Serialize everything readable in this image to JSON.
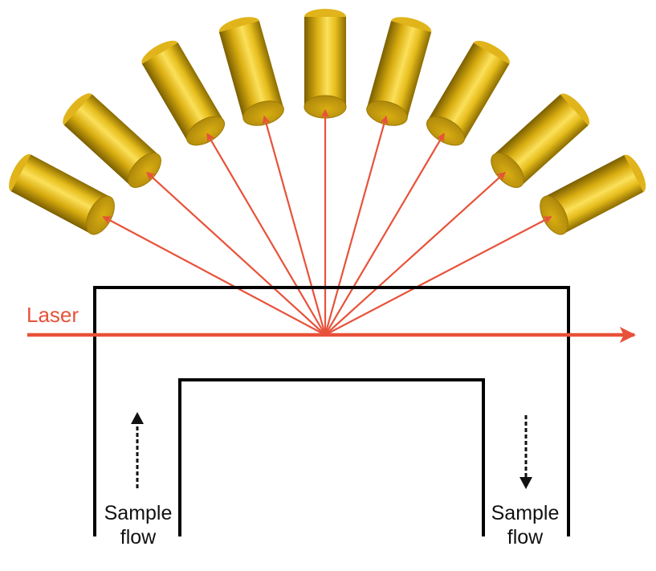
{
  "labels": {
    "laser": "Laser",
    "sample_flow_left": {
      "line1": "Sample",
      "line2": "flow"
    },
    "sample_flow_right": {
      "line1": "Sample",
      "line2": "flow"
    }
  },
  "colors": {
    "laser": "#e8523a",
    "detector_light": "#f7d43a",
    "detector_mid": "#d6aa0c",
    "detector_dark": "#7d6200",
    "detector_face": "#c39a06",
    "channel": "#000000"
  },
  "detectors": {
    "count": 9
  }
}
